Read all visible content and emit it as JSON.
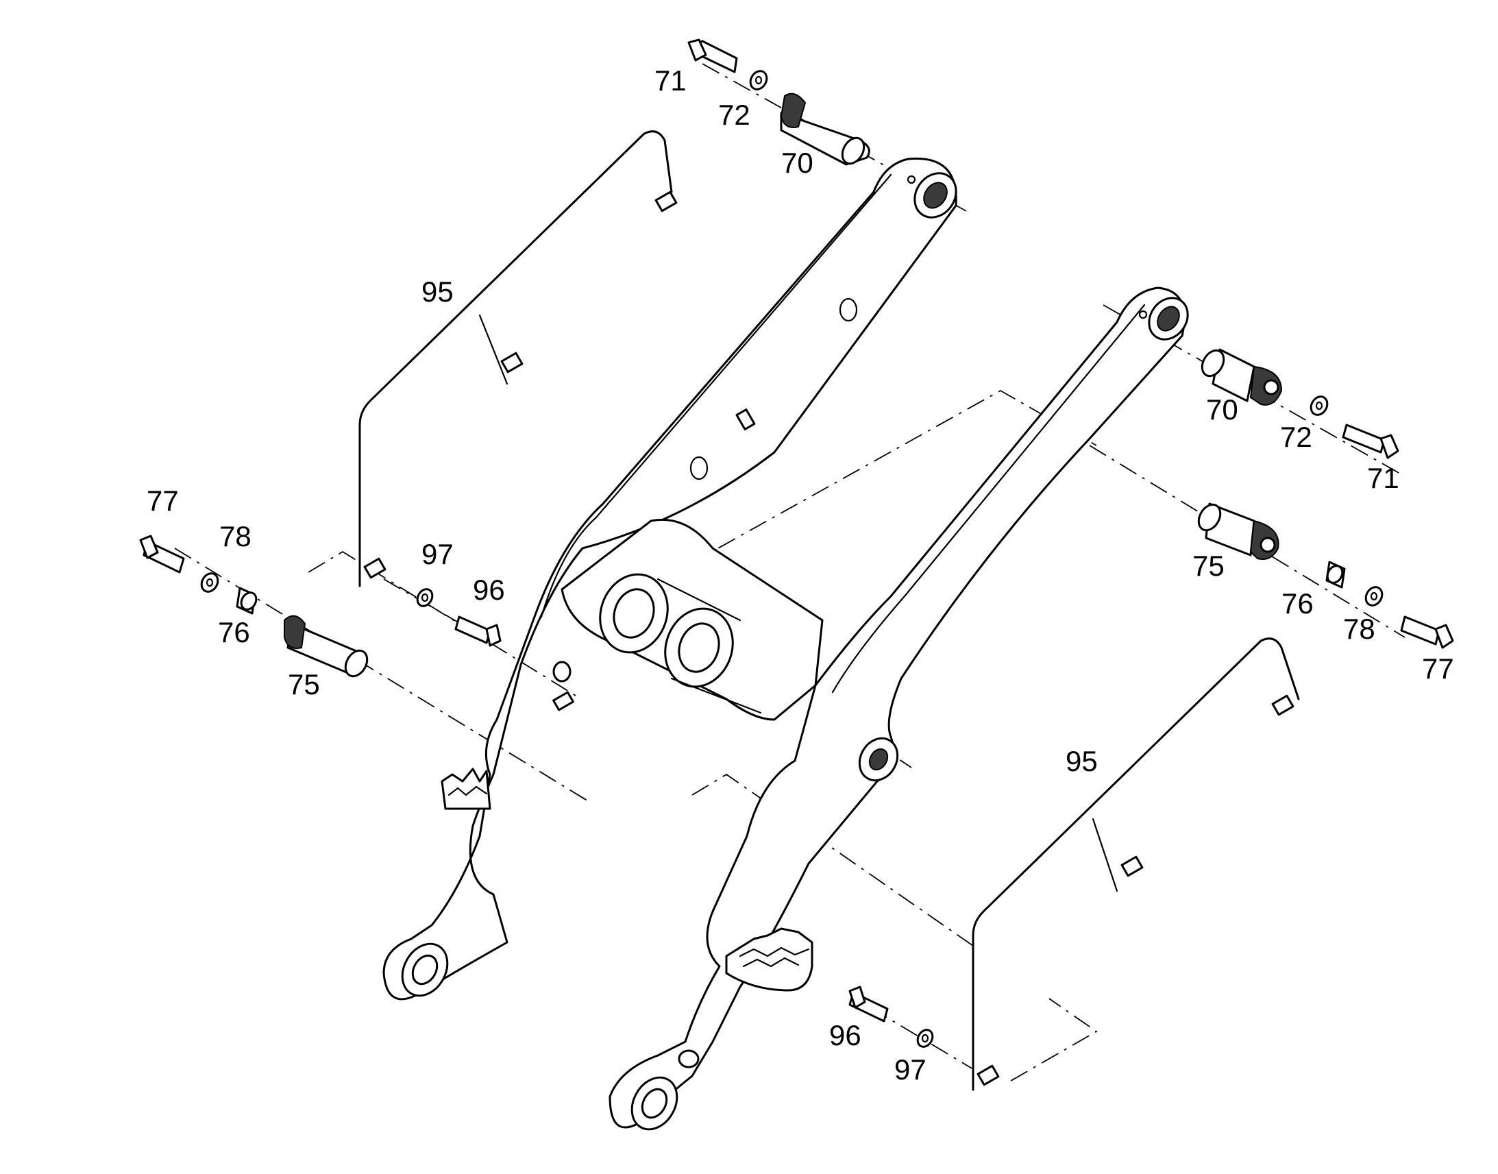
{
  "diagram": {
    "callouts": [
      {
        "id": "c71a",
        "text": "71"
      },
      {
        "id": "c72a",
        "text": "72"
      },
      {
        "id": "c70a",
        "text": "70"
      },
      {
        "id": "c95a",
        "text": "95"
      },
      {
        "id": "c70b",
        "text": "70"
      },
      {
        "id": "c72b",
        "text": "72"
      },
      {
        "id": "c71b",
        "text": "71"
      },
      {
        "id": "c77a",
        "text": "77"
      },
      {
        "id": "c78a",
        "text": "78"
      },
      {
        "id": "c97a",
        "text": "97"
      },
      {
        "id": "c96a",
        "text": "96"
      },
      {
        "id": "c76a",
        "text": "76"
      },
      {
        "id": "c75a",
        "text": "75"
      },
      {
        "id": "c75b",
        "text": "75"
      },
      {
        "id": "c76b",
        "text": "76"
      },
      {
        "id": "c78b",
        "text": "78"
      },
      {
        "id": "c77b",
        "text": "77"
      },
      {
        "id": "c95b",
        "text": "95"
      },
      {
        "id": "c96b",
        "text": "96"
      },
      {
        "id": "c97b",
        "text": "97"
      }
    ]
  }
}
